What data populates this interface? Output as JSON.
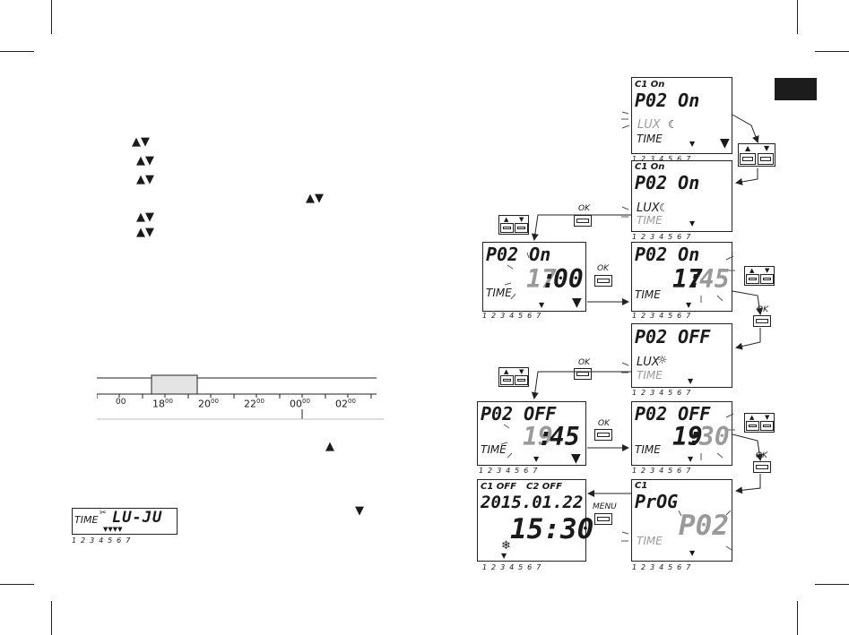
{
  "arrows": {
    "updown": "▲▼",
    "up": "▲",
    "down": "▼"
  },
  "buttons": {
    "ok": "OK",
    "menu": "MENU"
  },
  "timeline": {
    "ticks": [
      "00",
      "18",
      "20",
      "22",
      "00",
      "02"
    ],
    "sup": "00"
  },
  "small_display": {
    "time": "TIME",
    "day": "LU-JU",
    "days": "1 2 3 4 5 6 7"
  },
  "screens": {
    "s1": {
      "top": "C1 On",
      "prog": "P02  On",
      "lux": "LUX",
      "time": "TIME",
      "days": "1 2 3 4 5 6 7"
    },
    "s2": {
      "top": "C1 On",
      "prog": "P02  On",
      "lux": "LUX",
      "time": "TIME",
      "days": "1 2 3 4 5 6 7"
    },
    "s3": {
      "prog": "P02  On",
      "hh": "17",
      "colon": ":",
      "mm": "00",
      "time": "TIME",
      "days": "1 2 3 4 5 6 7"
    },
    "s4": {
      "prog": "P02  On",
      "hh": "17",
      "colon": ":",
      "mm": "45",
      "time": "TIME",
      "days": "1 2 3 4 5 6 7"
    },
    "s5": {
      "prog": "P02  OFF",
      "lux": "LUX",
      "time": "TIME",
      "days": "1 2 3 4 5 6 7"
    },
    "s6": {
      "prog": "P02  OFF",
      "hh": "19",
      "colon": ":",
      "mm": "45",
      "time": "TIME",
      "days": "1 2 3 4 5 6 7"
    },
    "s7": {
      "prog": "P02  OFF",
      "hh": "19",
      "colon": ":",
      "mm": "30",
      "time": "TIME",
      "days": "1 2 3 4 5 6 7"
    },
    "s8": {
      "c1": "C1 OFF",
      "c2": "C2 OFF",
      "date": "2015.01.22",
      "clock": "15:30",
      "days": "1 2 3 4 5 6 7"
    },
    "s9": {
      "top": "C1",
      "prog": "PrOG",
      "p": "P02",
      "time": "TIME",
      "days": "1 2 3 4 5 6 7"
    }
  }
}
